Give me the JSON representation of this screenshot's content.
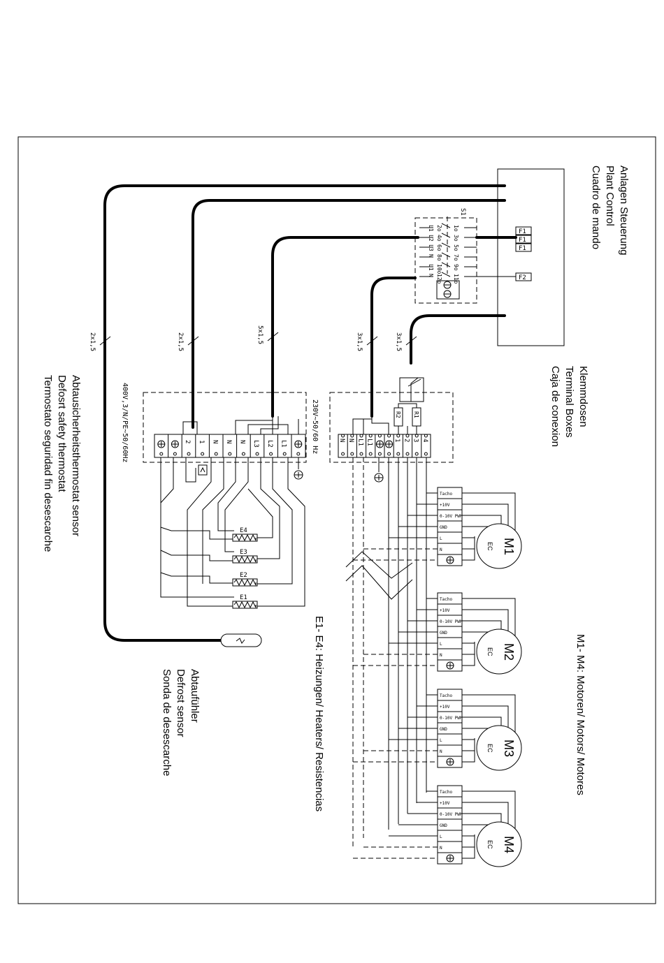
{
  "plant_control": {
    "line1": "Anlagen Steuerung",
    "line2": "Plant Control",
    "line3": "Cuadro de mando"
  },
  "plant_switch": {
    "s1": "S1",
    "top_terms": [
      "1o",
      "3o",
      "5o",
      "7o",
      "9o",
      "11o"
    ],
    "bottom_terms": [
      "2o",
      "4o",
      "6o",
      "8o",
      "10o",
      "12o"
    ],
    "phase_row": [
      "L1",
      "L2",
      "L3",
      "N",
      "L1",
      "N"
    ]
  },
  "fuses": [
    "F1",
    "F1",
    "F1",
    "F2"
  ],
  "terminal_boxes": {
    "line1": "Klemmdosen",
    "line2": "Terminal Boxes",
    "line3": "Caja de conexion"
  },
  "cables": [
    "2x1,5",
    "2x1,5",
    "5x1,5",
    "3x1,5",
    "3x1,5"
  ],
  "supply": {
    "three_phase": "400V,3/N/PE~50/60Hz",
    "single_phase": "230V~50/60 Hz"
  },
  "box_a_terminals": [
    "PE",
    "PE",
    "2",
    "1",
    "N",
    "N",
    "N",
    "L3",
    "L2",
    "L1",
    "PE"
  ],
  "box_b_terminals": [
    "N",
    "N",
    "L1",
    "L1",
    "PE",
    "PE",
    "1",
    "2",
    "3",
    "4"
  ],
  "resistors": [
    "R2",
    "R1"
  ],
  "heaters": [
    "E4",
    "E3",
    "E2",
    "E1"
  ],
  "heaters_caption": "E1- E4: Heizungen/ Heaters/ Resistencias",
  "safety_sensor": {
    "line1": "Abtausicherheitsthermostat sensor",
    "line2": "Defosrt safety thermostat",
    "line3": "Termostato seguridad fin desescarche"
  },
  "defrost_sensor": {
    "line1": "Abtaufühler",
    "line2": "Defrost sensor",
    "line3": "Sonda de desescarche"
  },
  "motors_caption": "M1- M4: Motoren/ Motors/ Motores",
  "motor_terminals": [
    "Tacho",
    "+10V",
    "0-10V PWM",
    "GND",
    "L",
    "N",
    "PE"
  ],
  "motors": [
    {
      "name": "M1",
      "type": "EC"
    },
    {
      "name": "M2",
      "type": "EC"
    },
    {
      "name": "M3",
      "type": "EC"
    },
    {
      "name": "M4",
      "type": "EC"
    }
  ],
  "icons": [
    "earth-symbol-icon",
    "thermostat-symbol-icon",
    "heater-coil-icon",
    "sensor-probe-icon",
    "fuse-icon"
  ]
}
